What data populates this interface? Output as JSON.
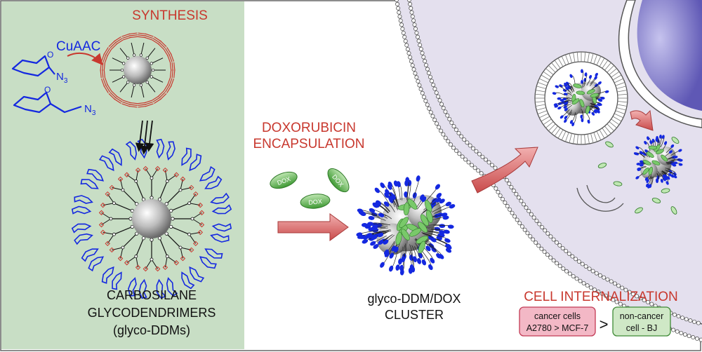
{
  "synthesis": {
    "title": "SYNTHESIS",
    "reaction": "CuAAC",
    "azide_label": "N",
    "azide_subscript": "3"
  },
  "dendrimer": {
    "line1": "CARBOSILANE",
    "line2": "GLYCODENDRIMERS",
    "line3": "(glyco-DDMs)"
  },
  "encapsulation": {
    "line1": "DOXORUBICIN",
    "line2": "ENCAPSULATION",
    "drug_label": "DOX"
  },
  "cluster": {
    "line1": "glyco-DDM/DOX",
    "line2": "CLUSTER"
  },
  "internalization": {
    "title": "CELL INTERNALIZATION",
    "cancer_line1": "cancer cells",
    "cancer_line2": "A2780 > MCF-7",
    "operator": ">",
    "noncancer_line1": "non-cancer",
    "noncancer_line2": "cell - BJ"
  },
  "colors": {
    "left_panel": "#c8dec5",
    "red_text": "#c8382e",
    "blue": "#1428e0",
    "cell_fill": "#e4e0ee",
    "nucleus": "#7a74c4",
    "dox_green": "#4daa3c",
    "cancer_box": "#f3b8c6",
    "noncancer_box": "#cfe8c6"
  }
}
